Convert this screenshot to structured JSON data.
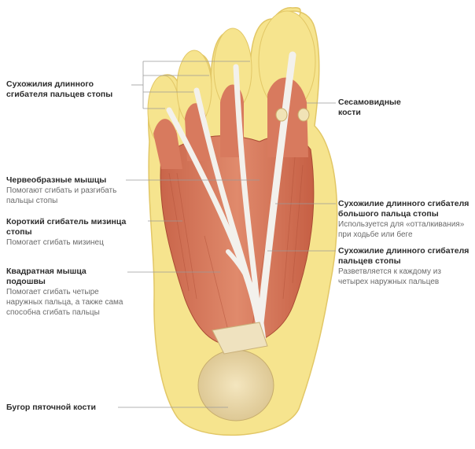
{
  "diagram": {
    "labels": {
      "flexor_long_toes_tendons": {
        "title": "Сухожилия длинного сгибателя пальцев стопы",
        "desc": ""
      },
      "sesamoid": {
        "title": "Сесамовидные кости",
        "desc": ""
      },
      "lumbricals": {
        "title": "Червеобразные мышцы",
        "desc": "Помогают сгибать и разгибать пальцы стопы"
      },
      "flexor_hallucis_tendon": {
        "title": "Сухожилие длинного сгибателя большого пальца стопы",
        "desc": "Используется для «отталкивания» при ходьбе или беге"
      },
      "flexor_digiti_minimi": {
        "title": "Короткий сгибатель мизинца стопы",
        "desc": "Помогает сгибать мизинец"
      },
      "flexor_toes_tendon": {
        "title": "Сухожилие длинного сгибателя пальцев стопы",
        "desc": "Разветвляется к каждому из четырех наружных пальцев"
      },
      "quadratus_plantae": {
        "title": "Квадратная мышца подошвы",
        "desc": "Помогает сгибать четыре наружных пальца, а также сама способна сгибать пальцы"
      },
      "calcaneal_tuberosity": {
        "title": "Бугор пяточной кости",
        "desc": ""
      }
    }
  }
}
